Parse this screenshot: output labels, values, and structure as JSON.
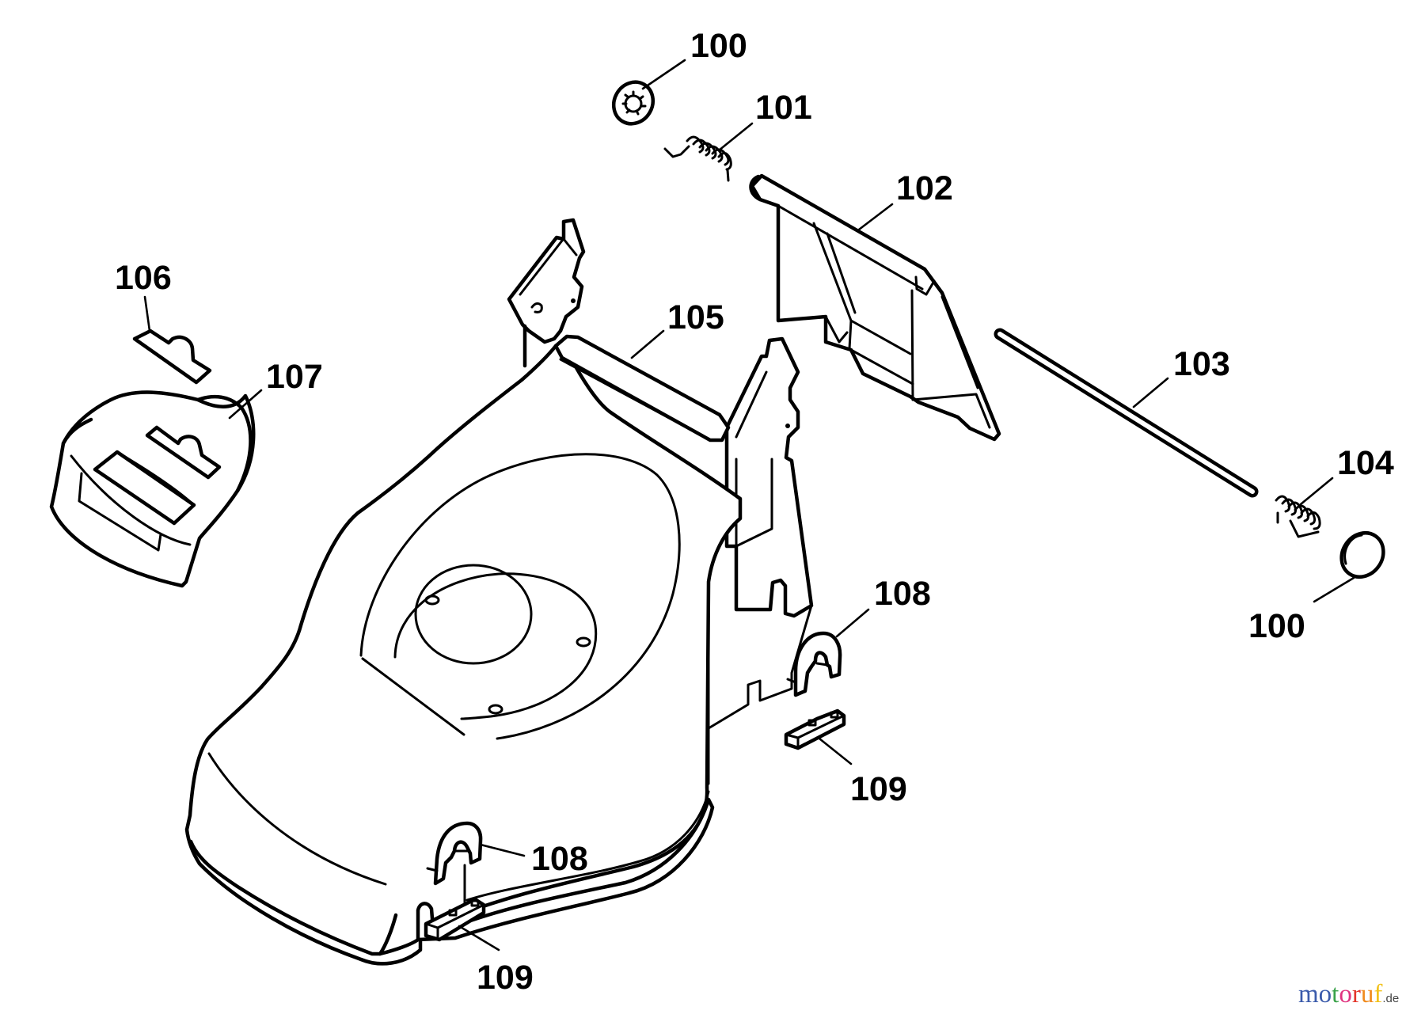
{
  "diagram": {
    "title": "Mower deck parts diagram",
    "callouts": [
      {
        "id": "c100a",
        "label": "100",
        "part": "Washer / cap (top)"
      },
      {
        "id": "c101",
        "label": "101",
        "part": "Torsion spring"
      },
      {
        "id": "c102",
        "label": "102",
        "part": "Rear discharge flap"
      },
      {
        "id": "c103",
        "label": "103",
        "part": "Axle rod"
      },
      {
        "id": "c104",
        "label": "104",
        "part": "Torsion spring"
      },
      {
        "id": "c100b",
        "label": "100",
        "part": "Washer / cap (right)"
      },
      {
        "id": "c105",
        "label": "105",
        "part": "Mower deck housing"
      },
      {
        "id": "c106",
        "label": "106",
        "part": "Small plate"
      },
      {
        "id": "c107",
        "label": "107",
        "part": "Front cover"
      },
      {
        "id": "c108a",
        "label": "108",
        "part": "Height clip (right)"
      },
      {
        "id": "c109a",
        "label": "109",
        "part": "Connector block (right)"
      },
      {
        "id": "c108b",
        "label": "108",
        "part": "Height clip (bottom)"
      },
      {
        "id": "c109b",
        "label": "109",
        "part": "Connector block (bottom)"
      }
    ]
  },
  "watermark": {
    "letters": [
      "m",
      "o",
      "t",
      "o",
      "r",
      "u",
      "f"
    ],
    "colors": [
      "#3b5bab",
      "#3b5bab",
      "#3aa24a",
      "#e0337f",
      "#e3352b",
      "#f08a1d",
      "#f2c21b"
    ],
    "suffix": ".de"
  }
}
